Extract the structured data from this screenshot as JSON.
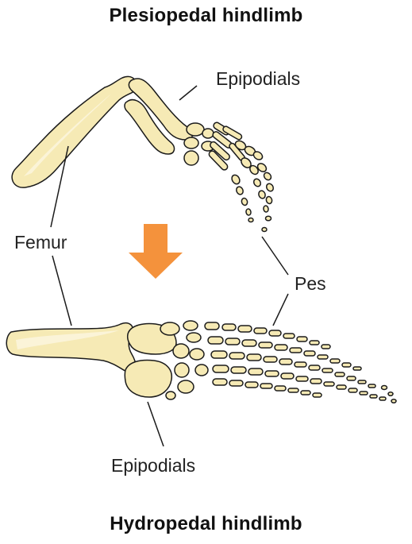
{
  "titles": {
    "top": "Plesiopedal hindlimb",
    "bottom": "Hydropedal hindlimb"
  },
  "labels": {
    "epipodials_top": "Epipodials",
    "femur": "Femur",
    "pes": "Pes",
    "epipodials_bottom": "Epipodials"
  },
  "colors": {
    "bone_fill": "#f6eab5",
    "outline": "#1b1b1b",
    "arrow": "#f4923c"
  },
  "icons": {
    "transition_arrow": "down-arrow-icon"
  }
}
